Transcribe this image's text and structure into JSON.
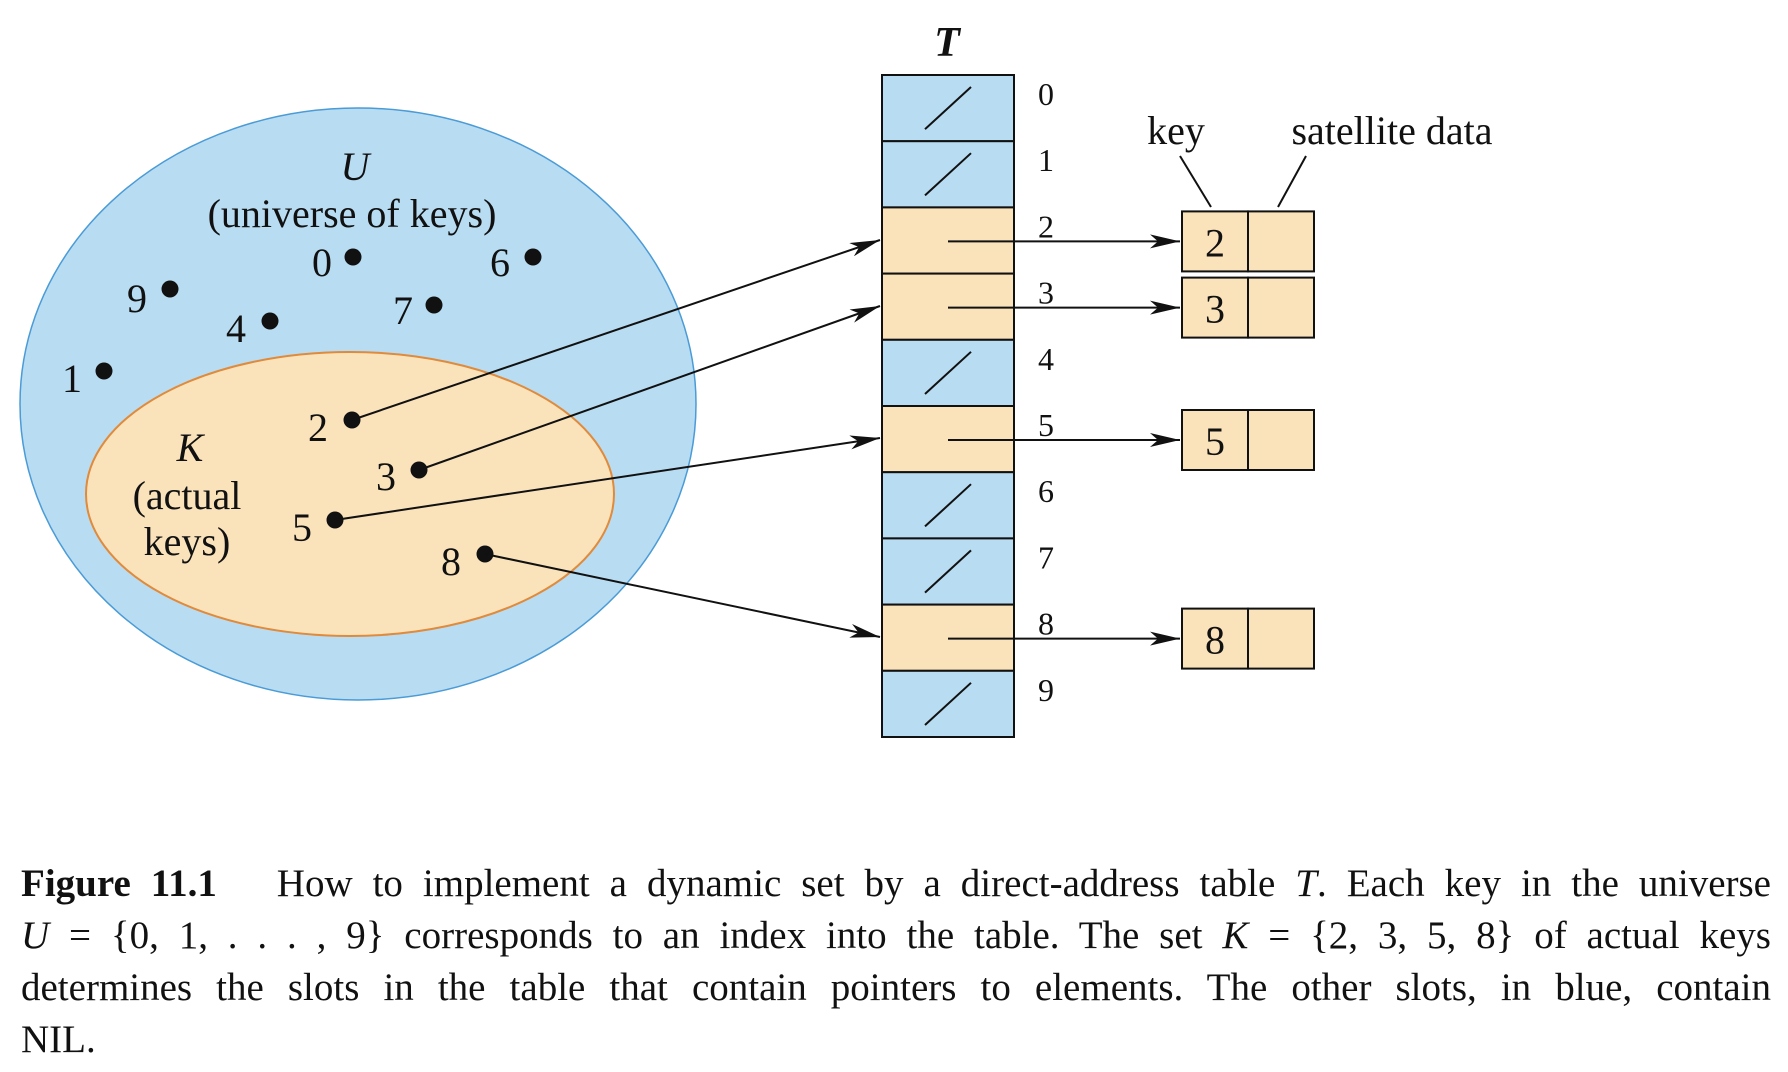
{
  "colors": {
    "universe_fill": "#b8dcf2",
    "actual_fill": "#fae3bb",
    "actual_stroke": "#e08a3c",
    "nil_slot_fill": "#b8dcf2",
    "used_slot_fill": "#fae3bb",
    "ink": "#111111"
  },
  "table": {
    "title": "T",
    "indices": [
      "0",
      "1",
      "2",
      "3",
      "4",
      "5",
      "6",
      "7",
      "8",
      "9"
    ],
    "nil_slots": [
      0,
      1,
      4,
      6,
      7,
      9
    ]
  },
  "universe": {
    "label": "U",
    "sublabel": "(universe of keys)",
    "keys": [
      "0",
      "1",
      "4",
      "6",
      "7",
      "9"
    ]
  },
  "actual": {
    "label": "K",
    "sublabel_1": "(actual",
    "sublabel_2": "keys)",
    "keys": [
      "2",
      "3",
      "5",
      "8"
    ]
  },
  "elements": {
    "key_header": "key",
    "satellite_header": "satellite data",
    "keys": [
      "2",
      "3",
      "5",
      "8"
    ]
  },
  "caption": {
    "figure_label": "Figure 11.1",
    "line1": "How to implement a dynamic set by a direct-address table",
    "line1_T": "T",
    "line1_rest": ". Each key in the universe",
    "line2_U": "U",
    "line2_a": " = {0, 1, . . . , 9} corresponds to an index into the table. The set ",
    "line2_K": "K",
    "line2_b": " = {2, 3, 5, 8} of actual keys",
    "line3": "determines the slots in the table that contain pointers to elements. The other slots, in blue, contain",
    "line4": "NIL."
  }
}
